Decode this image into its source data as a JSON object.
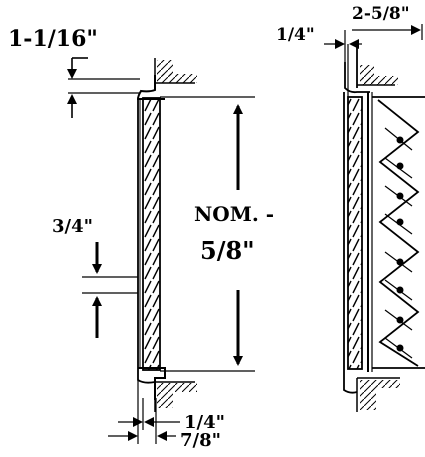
{
  "labels": {
    "top_gap": "1-1/16\"",
    "frame_width": "2-5/8\"",
    "side_gap": "1/4\"",
    "mid_gap": "3/4\"",
    "nom_line1": "NOM. -",
    "nom_line2": "5/8\"",
    "bottom_gap": "1/4\"",
    "bottom_width": "7/8\""
  },
  "colors": {
    "ink": "#000000",
    "background": "#ffffff"
  }
}
